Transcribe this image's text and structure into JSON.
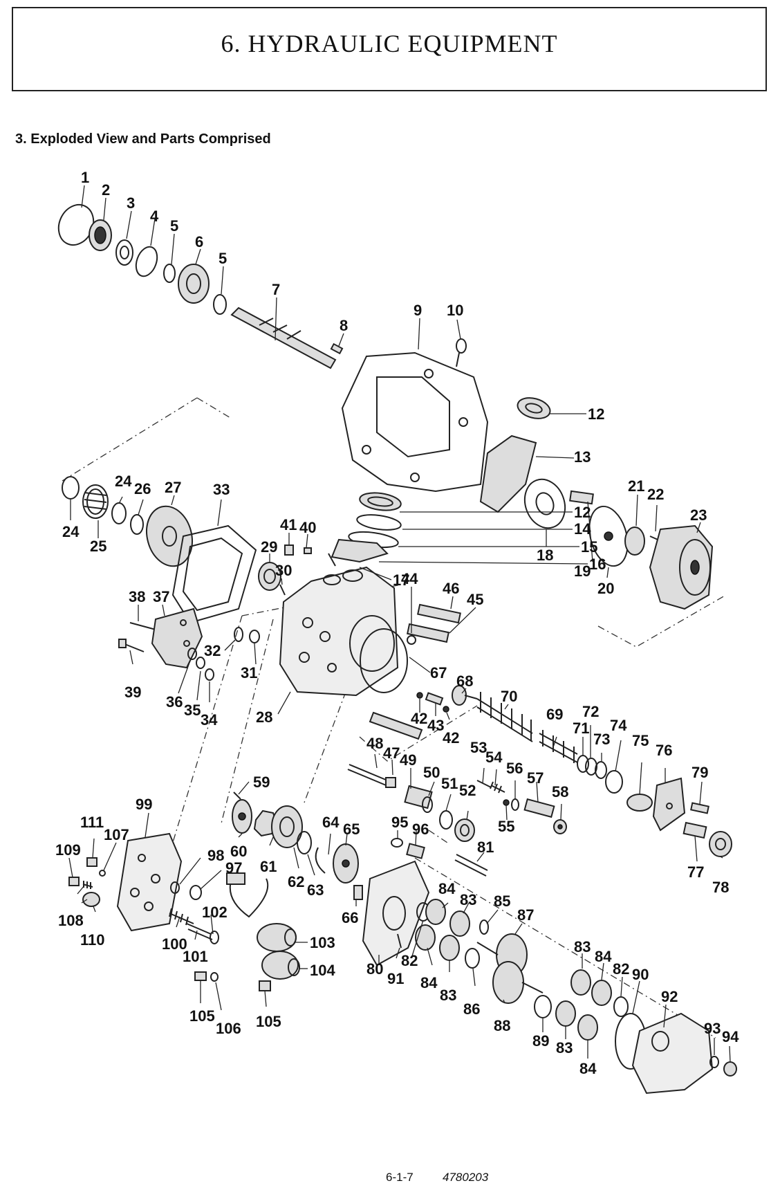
{
  "header": {
    "chapter_title": "6. HYDRAULIC EQUIPMENT"
  },
  "section": {
    "title": "3. Exploded View and Parts Comprised"
  },
  "callouts": {
    "c1": "1",
    "c2": "2",
    "c3": "3",
    "c4": "4",
    "c5a": "5",
    "c6": "6",
    "c5b": "5",
    "c7": "7",
    "c8": "8",
    "c9": "9",
    "c10": "10",
    "c12a": "12",
    "c13": "13",
    "c12b": "12",
    "c14": "14",
    "c15": "15",
    "c16": "16",
    "c17": "17",
    "c18": "18",
    "c19": "19",
    "c20": "20",
    "c21": "21",
    "c22": "22",
    "c23": "23",
    "c24a": "24",
    "c24b": "24",
    "c25": "25",
    "c26": "26",
    "c27": "27",
    "c33": "33",
    "c41": "41",
    "c40": "40",
    "c29": "29",
    "c30": "30",
    "c38": "38",
    "c37": "37",
    "c44": "44",
    "c46": "46",
    "c45": "45",
    "c32": "32",
    "c31": "31",
    "c39": "39",
    "c36": "36",
    "c35": "35",
    "c34": "34",
    "c28": "28",
    "c67": "67",
    "c68": "68",
    "c70": "70",
    "c42a": "42",
    "c43": "43",
    "c42b": "42",
    "c69": "69",
    "c72": "72",
    "c71": "71",
    "c73": "73",
    "c74": "74",
    "c75": "75",
    "c76": "76",
    "c48": "48",
    "c47": "47",
    "c49": "49",
    "c53": "53",
    "c54": "54",
    "c56": "56",
    "c57": "57",
    "c50": "50",
    "c51": "51",
    "c52": "52",
    "c55": "55",
    "c58": "58",
    "c79": "79",
    "c59": "59",
    "c99": "99",
    "c111": "111",
    "c107": "107",
    "c109": "109",
    "c60": "60",
    "c98": "98",
    "c97": "97",
    "c61": "61",
    "c64": "64",
    "c65": "65",
    "c62": "62",
    "c63": "63",
    "c95": "95",
    "c96": "96",
    "c81": "81",
    "c77": "77",
    "c78": "78",
    "c108": "108",
    "c110": "110",
    "c102": "102",
    "c103": "103",
    "c100": "100",
    "c101": "101",
    "c104": "104",
    "c66": "66",
    "c84a": "84",
    "c83a": "83",
    "c85": "85",
    "c87": "87",
    "c80": "80",
    "c91": "91",
    "c82a": "82",
    "c84b": "84",
    "c83b": "83",
    "c86": "86",
    "c88": "88",
    "c83c": "83",
    "c84c": "84",
    "c82b": "82",
    "c90": "90",
    "c92": "92",
    "c89": "89",
    "c83d": "83",
    "c84d": "84",
    "c93": "93",
    "c94": "94",
    "c105a": "105",
    "c106": "106",
    "c105b": "105"
  },
  "footer": {
    "page_number": "6-1-7",
    "doc_number": "4780203"
  }
}
